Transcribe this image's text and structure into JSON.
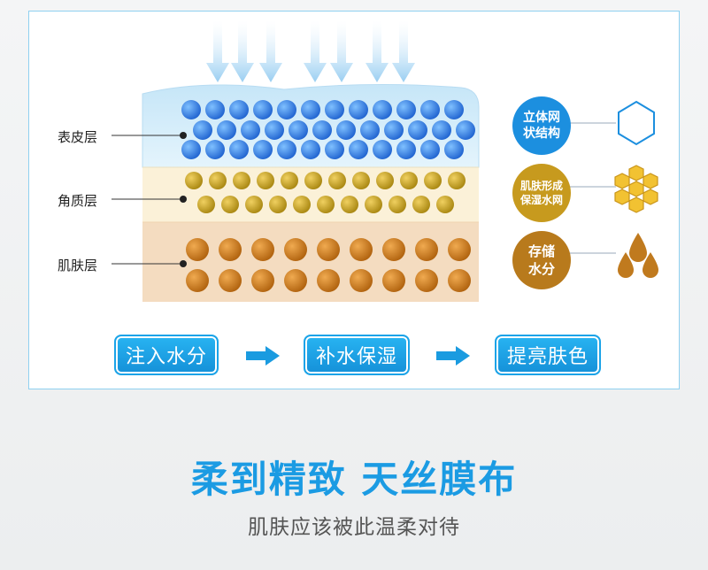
{
  "layers": [
    {
      "label": "表皮层"
    },
    {
      "label": "角质层"
    },
    {
      "label": "肌肤层"
    }
  ],
  "features": [
    {
      "text": "立体网\n状结构",
      "color": "#1c8fdf",
      "icon": "hexagon-icon"
    },
    {
      "text": "肌肤形成\n保湿水网",
      "color": "#c79a1e",
      "icon": "honeycomb-icon"
    },
    {
      "text": "存储\n水分",
      "color": "#b87a1c",
      "icon": "water-drops-icon"
    }
  ],
  "steps": [
    {
      "label": "注入水分"
    },
    {
      "label": "补水保湿"
    },
    {
      "label": "提亮肤色"
    }
  ],
  "colors": {
    "accent": "#1b9be3",
    "blue_bead": "#2f7fe0",
    "gold_bead": "#c9a41f",
    "orange_bead": "#c8781c"
  },
  "headline": "柔到精致 天丝膜布",
  "subheadline": "肌肤应该被此温柔对待"
}
